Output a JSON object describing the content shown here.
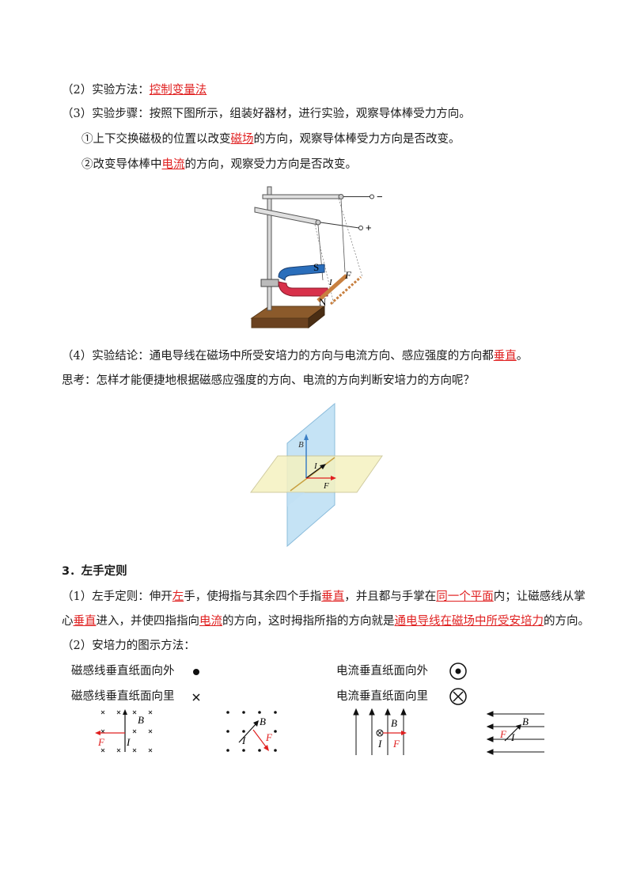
{
  "section2": {
    "method": {
      "prefix": "（2）实验方法：",
      "answer": "控制变量法"
    },
    "steps": {
      "text": "（3）实验步骤：按照下图所示，组装好器材，进行实验，观察导体棒受力方向。"
    },
    "step1": {
      "pre": "①上下交换磁极的位置以改变",
      "answer": "磁场",
      "post": "的方向，观察导体棒受力方向是否改变。"
    },
    "step2": {
      "pre": "②改变导体棒中",
      "answer": "电流",
      "post": "的方向，观察受力方向是否改变。"
    },
    "apparatus": {
      "minus": "−",
      "plus": "+",
      "S": "S",
      "N": "N",
      "F": "F",
      "I": "I"
    },
    "conclusion": {
      "pre": "（4）实验结论：通电导线在磁场中所受安培力的方向与电流方向、感应强度的方向都",
      "answer": "垂直",
      "post": "。"
    },
    "think": "思考：怎样才能便捷地根据磁感应强度的方向、电流的方向判断安培力的方向呢？",
    "planes": {
      "B": "B",
      "I": "I",
      "F": "F"
    }
  },
  "section3": {
    "title": "3．左手定则",
    "rule": {
      "p1": "（1）左手定则：伸开",
      "a1": "左",
      "p2": "手，使拇指与其余四个手指",
      "a2": "垂直",
      "p3": "，并且都与手掌在",
      "a3": "同一个平面",
      "p4": "内；让磁感线从掌",
      "p5": "心",
      "a4": "垂直",
      "p6": "进入，并使四指指向",
      "a5": "电流",
      "p7": "的方向，这时拇指所指的方向就是",
      "a6": "通电导线在磁场中所受安培力",
      "p8": "的方向。"
    },
    "notation_title": "（2）安培力的图示方法：",
    "legend": {
      "b_out": "磁感线垂直纸面向外",
      "b_in": "磁感线垂直纸面向里",
      "i_out": "电流垂直纸面向外",
      "i_in": "电流垂直纸面向里"
    },
    "diagrams": {
      "B": "B",
      "I": "I",
      "F": "F"
    }
  }
}
